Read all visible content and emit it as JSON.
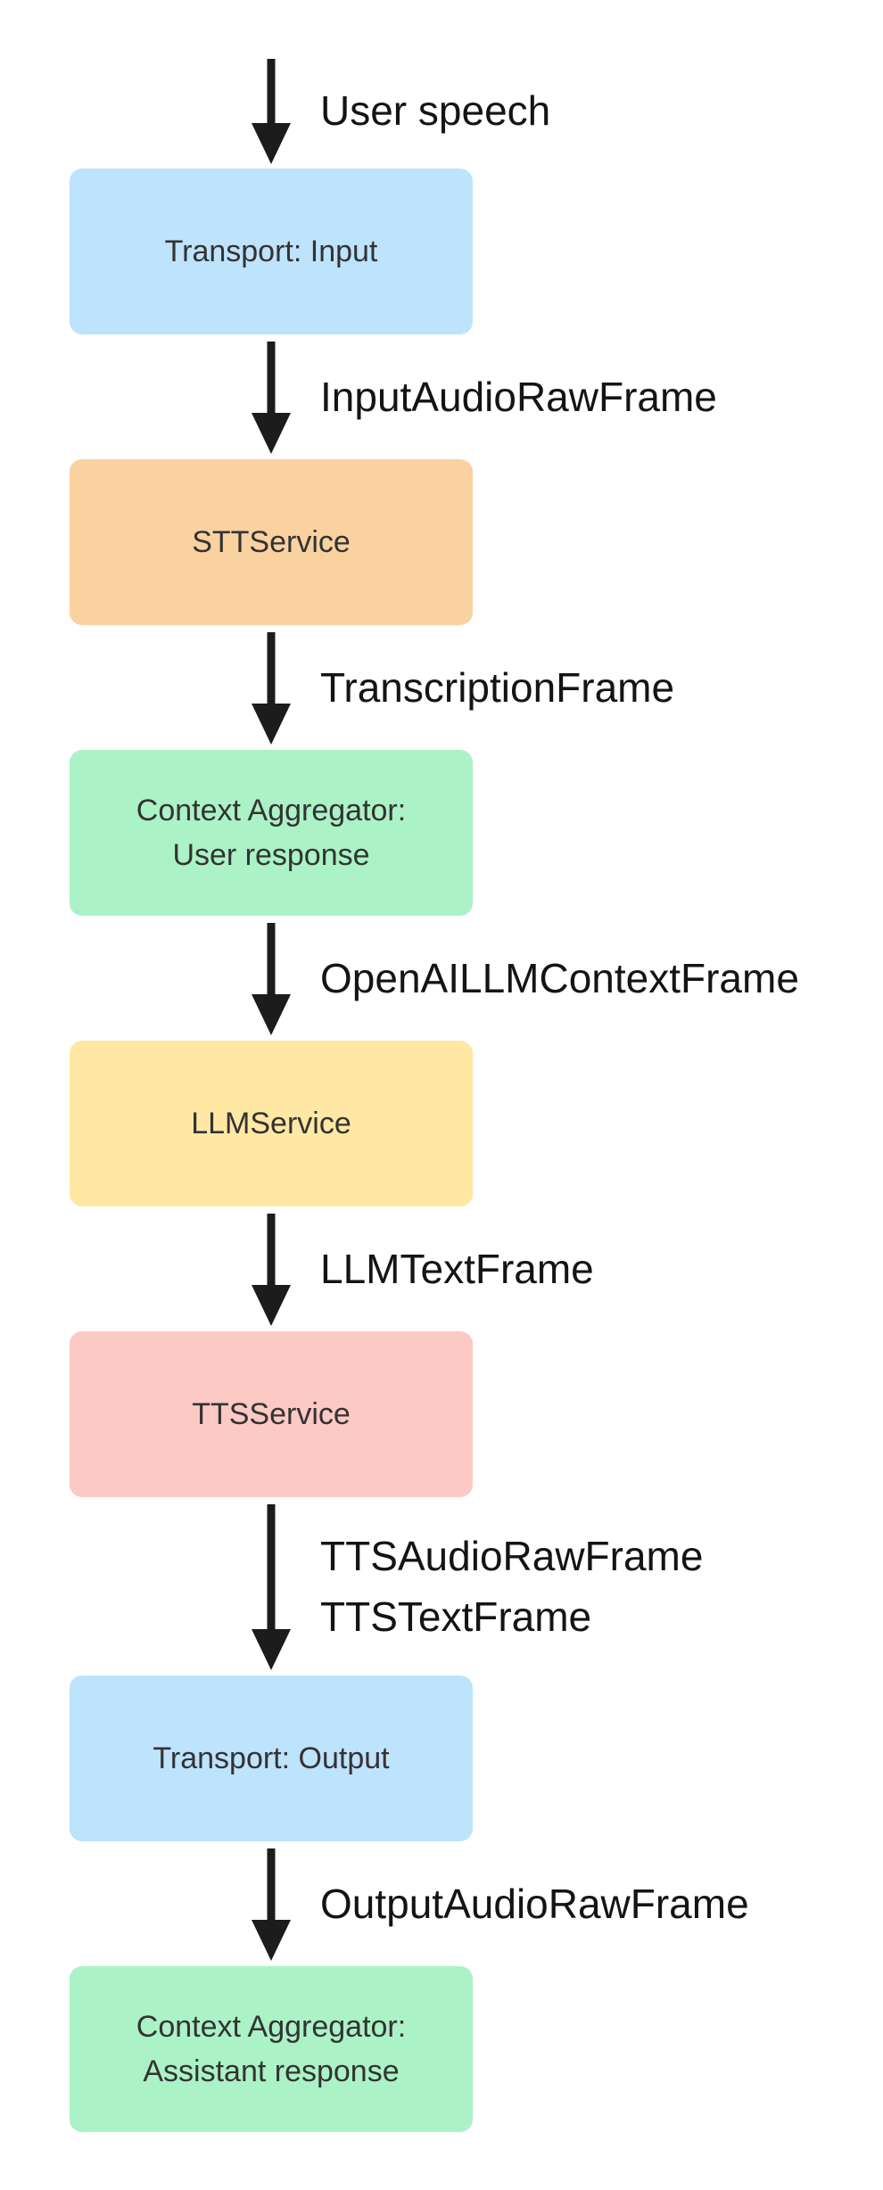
{
  "diagram": {
    "kind": "pipeline-flowchart",
    "background": "#ffffff",
    "nodes": [
      {
        "id": "transport-input",
        "line1": "Transport: Input",
        "color": "#bee3fc"
      },
      {
        "id": "stt-service",
        "line1": "STTService",
        "color": "#fad2a0"
      },
      {
        "id": "context-aggregator-user",
        "line1": "Context Aggregator:",
        "line2": "User response",
        "color": "#abf2c6"
      },
      {
        "id": "llm-service",
        "line1": "LLMService",
        "color": "#ffe8a3"
      },
      {
        "id": "tts-service",
        "line1": "TTSService",
        "color": "#fdc9c4"
      },
      {
        "id": "transport-output",
        "line1": "Transport: Output",
        "color": "#bee3fc"
      },
      {
        "id": "context-aggregator-assistant",
        "line1": "Context Aggregator:",
        "line2": "Assistant response",
        "color": "#abf2c6"
      }
    ],
    "edges": [
      {
        "label1": "User speech"
      },
      {
        "label1": "InputAudioRawFrame"
      },
      {
        "label1": "TranscriptionFrame"
      },
      {
        "label1": "OpenAILLMContextFrame"
      },
      {
        "label1": "LLMTextFrame"
      },
      {
        "label1": "TTSAudioRawFrame",
        "label2": "TTSTextFrame"
      },
      {
        "label1": "OutputAudioRawFrame"
      }
    ],
    "colors": {
      "arrow": "#1c1c1c",
      "label_text": "#141414",
      "node_text": "#333333"
    }
  }
}
